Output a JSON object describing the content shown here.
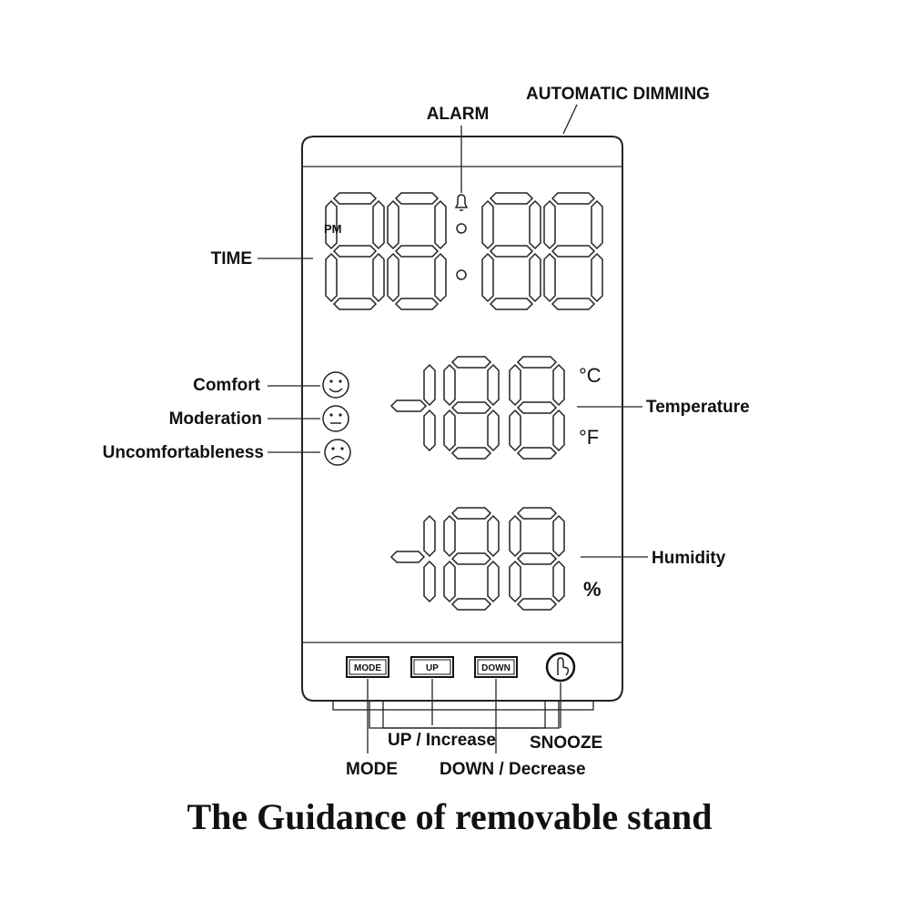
{
  "labels": {
    "automatic_dimming": "AUTOMATIC  DIMMING",
    "alarm": "ALARM",
    "time": "TIME",
    "comfort": "Comfort",
    "moderation": "Moderation",
    "uncomfortableness": "Uncomfortableness",
    "temperature": "Temperature",
    "humidity": "Humidity",
    "up_increase": "UP / Increase",
    "snooze": "SNOOZE",
    "mode": "MODE",
    "down_decrease": "DOWN / Decrease"
  },
  "display": {
    "pm": "PM",
    "celsius": "°C",
    "fahrenheit": "°F",
    "percent": "%"
  },
  "buttons": {
    "mode": "MODE",
    "up": "UP",
    "down": "DOWN"
  },
  "caption": "The Guidance of removable stand"
}
